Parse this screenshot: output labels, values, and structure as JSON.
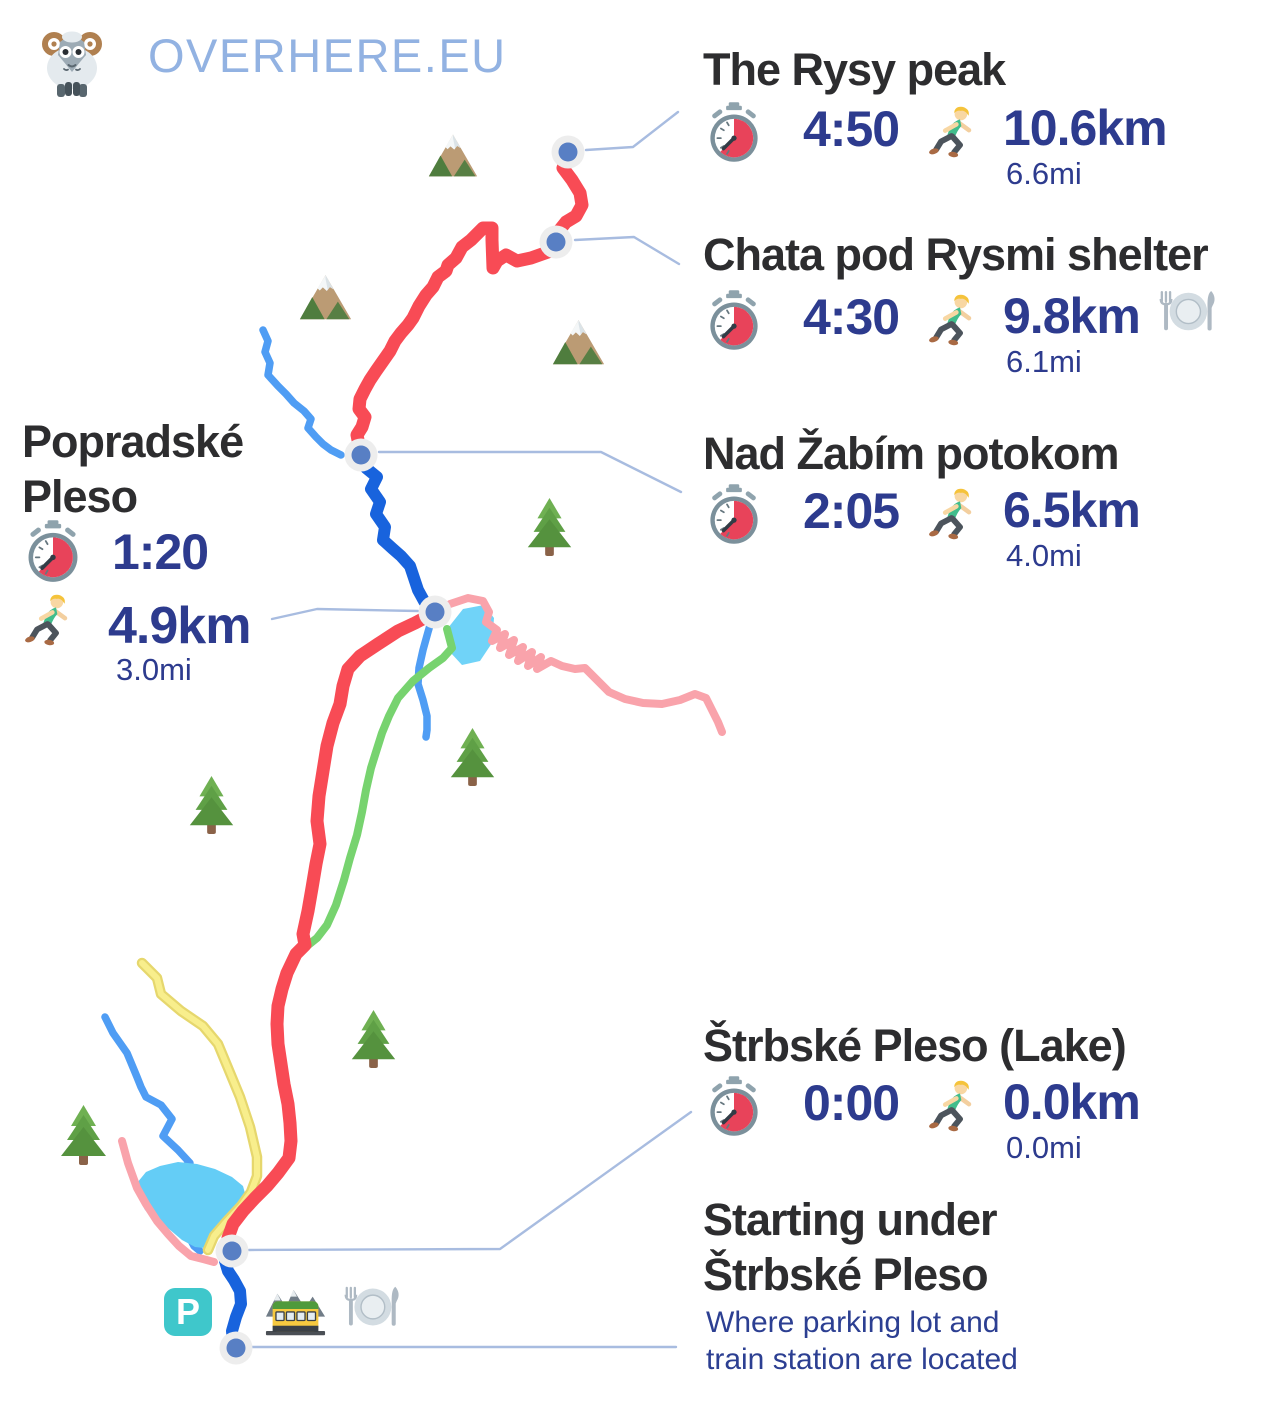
{
  "brand": {
    "site_name": "OVERHERE.EU",
    "logo": "ram-icon"
  },
  "stops": {
    "rysy": {
      "title": "The Rysy peak",
      "time": "4:50",
      "distance_km": "10.6km",
      "distance_mi": "6.6mi"
    },
    "chata": {
      "title": "Chata pod Rysmi shelter",
      "time": "4:30",
      "distance_km": "9.8km",
      "distance_mi": "6.1mi",
      "food": "fork-and-plate-icon"
    },
    "nad_zabim": {
      "title": "Nad Žabím potokom",
      "time": "2:05",
      "distance_km": "6.5km",
      "distance_mi": "4.0mi"
    },
    "popradske": {
      "title_line1": "Popradské",
      "title_line2": "Pleso",
      "time": "1:20",
      "distance_km": "4.9km",
      "distance_mi": "3.0mi"
    },
    "strbske": {
      "title": "Štrbské Pleso (Lake)",
      "time": "0:00",
      "distance_km": "0.0km",
      "distance_mi": "0.0mi"
    },
    "start": {
      "title_line1": "Starting under",
      "title_line2": "Štrbské Pleso",
      "subtitle_line1": "Where parking lot and",
      "subtitle_line2": "train station are located"
    }
  },
  "parking_label": "P",
  "icons": {
    "logo": "ram-icon",
    "time": "stopwatch-icon",
    "distance": "runner-icon",
    "food": "fork-and-plate-icon",
    "train_station": "mountain-railway-icon",
    "parking": "parking-sign",
    "tree": "evergreen-tree-icon",
    "mountain": "snow-capped-mountain-icon",
    "waypoint": "waypoint-marker"
  },
  "colors": {
    "title_text": "#2d2d2f",
    "stat_text_navy": "#2d3b8e",
    "logo_blue": "#92b2e2",
    "trail_red": "#f84b55",
    "trail_dark_blue": "#1863dd",
    "stream_blue": "#4f9df4",
    "trail_green": "#77d36f",
    "trail_yellow": "#f8ee8c",
    "trail_pink": "#f9a3ab",
    "lake_fill": "#64cdf6",
    "leader_line": "#a8bce0",
    "waypoint_fill": "#587fc4",
    "waypoint_ring": "#ededed",
    "parking_teal": "#3fc7cb"
  }
}
